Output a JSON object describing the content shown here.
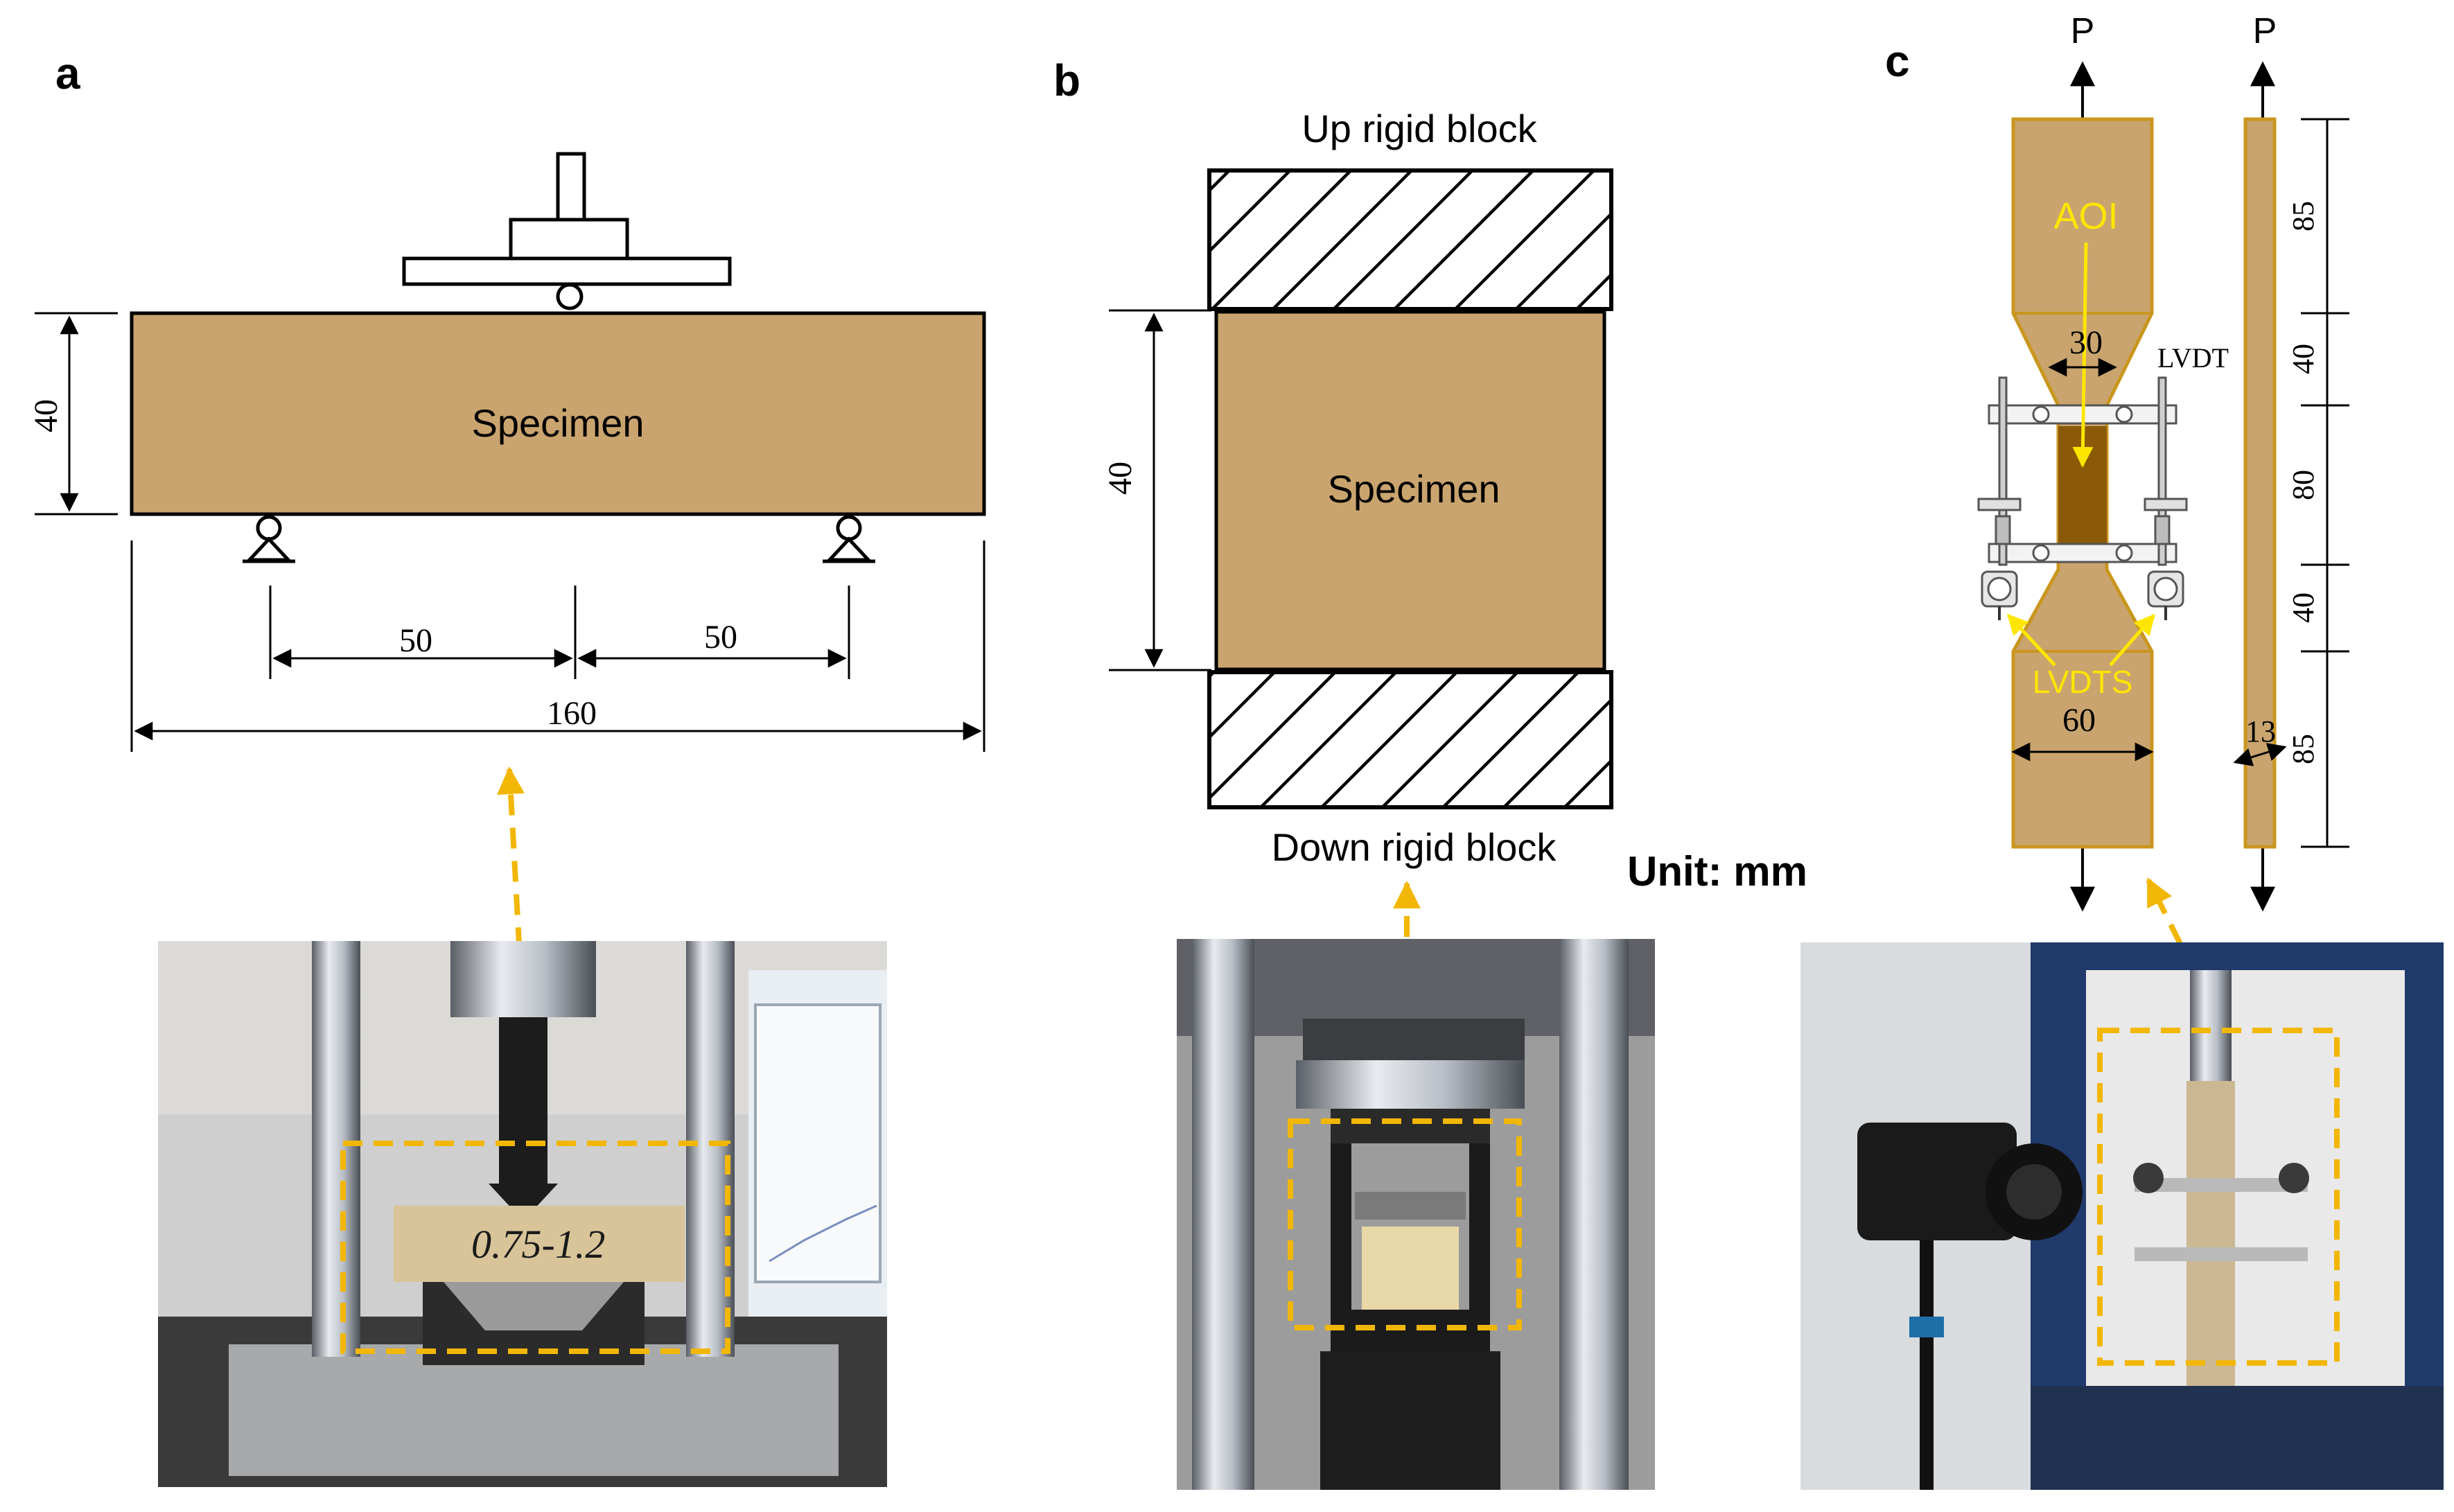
{
  "colors": {
    "specimen": "#C9A46E",
    "specimen_dark": "#8B5A08",
    "specimen_edge": "#C9961E",
    "annotation": "#FFE600",
    "arrow_dashed": "#F2B705",
    "ink": "#000000"
  },
  "panel_a": {
    "label": "a",
    "specimen_label": "Specimen",
    "dim_height": "40",
    "dim_left_span": "50",
    "dim_right_span": "50",
    "dim_total": "160",
    "photo_marking": "0.75-1.2"
  },
  "panel_b": {
    "label": "b",
    "top_block_label": "Up rigid block",
    "bottom_block_label": "Down rigid block",
    "specimen_label": "Specimen",
    "dim_height": "40",
    "unit_label": "Unit: mm"
  },
  "panel_c": {
    "label": "c",
    "load_label_1": "P",
    "load_label_2": "P",
    "aoi_label": "AOI",
    "lvdt_label": "LVDT",
    "lvdts_label": "LVDTS",
    "dim_width_narrow": "30",
    "dim_width_grip": "60",
    "dim_thickness": "13",
    "dim_len_1": "85",
    "dim_len_2": "40",
    "dim_len_3": "80",
    "dim_len_4": "40",
    "dim_len_5": "85"
  }
}
